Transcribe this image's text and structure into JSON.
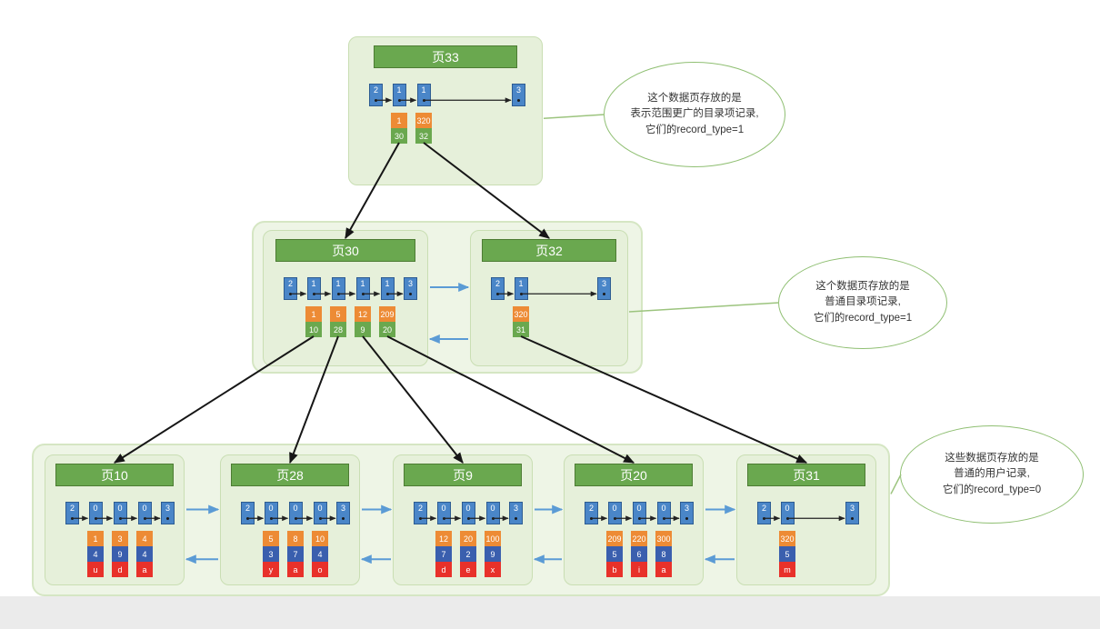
{
  "colors": {
    "page_bg": "#e6f0da",
    "group_bg": "#eef5e6",
    "header_bg": "#6aa84f",
    "rec_blue": "#4a86c8",
    "cell_orange": "#ed8b35",
    "cell_blue": "#3a5fae",
    "cell_red": "#e8312a",
    "cell_green": "#6aa84f",
    "arrow_black": "#161616",
    "arrow_blue": "#5b9bd5",
    "callout_border": "#8fbf72"
  },
  "pages": [
    {
      "id": "page-33",
      "title": "页33",
      "level": "root-directory",
      "infimum": "2",
      "supremum": "3",
      "records": [
        {
          "type": "1",
          "cells": [
            {
              "v": "1",
              "c": "orange"
            },
            {
              "v": "30",
              "c": "green",
              "ref": true
            }
          ]
        },
        {
          "type": "1",
          "cells": [
            {
              "v": "320",
              "c": "orange"
            },
            {
              "v": "32",
              "c": "green",
              "ref": true
            }
          ]
        }
      ]
    },
    {
      "id": "page-30",
      "title": "页30",
      "level": "directory",
      "infimum": "2",
      "supremum": "3",
      "records": [
        {
          "type": "1",
          "cells": [
            {
              "v": "1",
              "c": "orange"
            },
            {
              "v": "10",
              "c": "green",
              "ref": true
            }
          ]
        },
        {
          "type": "1",
          "cells": [
            {
              "v": "5",
              "c": "orange"
            },
            {
              "v": "28",
              "c": "green",
              "ref": true
            }
          ]
        },
        {
          "type": "1",
          "cells": [
            {
              "v": "12",
              "c": "orange"
            },
            {
              "v": "9",
              "c": "green",
              "ref": true
            }
          ]
        },
        {
          "type": "1",
          "cells": [
            {
              "v": "209",
              "c": "orange"
            },
            {
              "v": "20",
              "c": "green",
              "ref": true
            }
          ]
        }
      ]
    },
    {
      "id": "page-32",
      "title": "页32",
      "level": "directory",
      "infimum": "2",
      "supremum": "3",
      "records": [
        {
          "type": "1",
          "cells": [
            {
              "v": "320",
              "c": "orange"
            },
            {
              "v": "31",
              "c": "green",
              "ref": true
            }
          ]
        }
      ]
    },
    {
      "id": "page-10",
      "title": "页10",
      "level": "user",
      "infimum": "2",
      "supremum": "3",
      "records": [
        {
          "type": "0",
          "cells": [
            {
              "v": "1",
              "c": "orange"
            },
            {
              "v": "4",
              "c": "blue"
            },
            {
              "v": "u",
              "c": "red"
            }
          ]
        },
        {
          "type": "0",
          "cells": [
            {
              "v": "3",
              "c": "orange"
            },
            {
              "v": "9",
              "c": "blue"
            },
            {
              "v": "d",
              "c": "red"
            }
          ]
        },
        {
          "type": "0",
          "cells": [
            {
              "v": "4",
              "c": "orange"
            },
            {
              "v": "4",
              "c": "blue"
            },
            {
              "v": "a",
              "c": "red"
            }
          ]
        }
      ]
    },
    {
      "id": "page-28",
      "title": "页28",
      "level": "user",
      "infimum": "2",
      "supremum": "3",
      "records": [
        {
          "type": "0",
          "cells": [
            {
              "v": "5",
              "c": "orange"
            },
            {
              "v": "3",
              "c": "blue"
            },
            {
              "v": "y",
              "c": "red"
            }
          ]
        },
        {
          "type": "0",
          "cells": [
            {
              "v": "8",
              "c": "orange"
            },
            {
              "v": "7",
              "c": "blue"
            },
            {
              "v": "a",
              "c": "red"
            }
          ]
        },
        {
          "type": "0",
          "cells": [
            {
              "v": "10",
              "c": "orange"
            },
            {
              "v": "4",
              "c": "blue"
            },
            {
              "v": "o",
              "c": "red"
            }
          ]
        }
      ]
    },
    {
      "id": "page-9",
      "title": "页9",
      "level": "user",
      "infimum": "2",
      "supremum": "3",
      "records": [
        {
          "type": "0",
          "cells": [
            {
              "v": "12",
              "c": "orange"
            },
            {
              "v": "7",
              "c": "blue"
            },
            {
              "v": "d",
              "c": "red"
            }
          ]
        },
        {
          "type": "0",
          "cells": [
            {
              "v": "20",
              "c": "orange"
            },
            {
              "v": "2",
              "c": "blue"
            },
            {
              "v": "e",
              "c": "red"
            }
          ]
        },
        {
          "type": "0",
          "cells": [
            {
              "v": "100",
              "c": "orange"
            },
            {
              "v": "9",
              "c": "blue"
            },
            {
              "v": "x",
              "c": "red"
            }
          ]
        }
      ]
    },
    {
      "id": "page-20",
      "title": "页20",
      "level": "user",
      "infimum": "2",
      "supremum": "3",
      "records": [
        {
          "type": "0",
          "cells": [
            {
              "v": "209",
              "c": "orange"
            },
            {
              "v": "5",
              "c": "blue"
            },
            {
              "v": "b",
              "c": "red"
            }
          ]
        },
        {
          "type": "0",
          "cells": [
            {
              "v": "220",
              "c": "orange"
            },
            {
              "v": "6",
              "c": "blue"
            },
            {
              "v": "i",
              "c": "red"
            }
          ]
        },
        {
          "type": "0",
          "cells": [
            {
              "v": "300",
              "c": "orange"
            },
            {
              "v": "8",
              "c": "blue"
            },
            {
              "v": "a",
              "c": "red"
            }
          ]
        }
      ]
    },
    {
      "id": "page-31",
      "title": "页31",
      "level": "user",
      "infimum": "2",
      "supremum": "3",
      "records": [
        {
          "type": "0",
          "cells": [
            {
              "v": "320",
              "c": "orange"
            },
            {
              "v": "5",
              "c": "blue"
            },
            {
              "v": "m",
              "c": "red"
            }
          ]
        }
      ]
    }
  ],
  "callouts": [
    {
      "id": "callout-1",
      "target": "page-33",
      "lines": [
        "这个数据页存放的是",
        "表示范围更广的目录项记录,",
        "它们的record_type=1"
      ]
    },
    {
      "id": "callout-2",
      "target": "page-32",
      "lines": [
        "这个数据页存放的是",
        "普通目录项记录,",
        "它们的record_type=1"
      ]
    },
    {
      "id": "callout-3",
      "target": "group-bottom",
      "lines": [
        "这些数据页存放的是",
        "普通的用户记录,",
        "它们的record_type=0"
      ]
    }
  ],
  "edges": [
    {
      "from": "page-33-rec-0-ref",
      "to": "page-30-header",
      "type": "tree"
    },
    {
      "from": "page-33-rec-1-ref",
      "to": "page-32-header",
      "type": "tree"
    },
    {
      "from": "page-30-rec-0-ref",
      "to": "page-10-header",
      "type": "tree"
    },
    {
      "from": "page-30-rec-1-ref",
      "to": "page-28-header",
      "type": "tree"
    },
    {
      "from": "page-30-rec-2-ref",
      "to": "page-9-header",
      "type": "tree"
    },
    {
      "from": "page-30-rec-3-ref",
      "to": "page-20-header",
      "type": "tree"
    },
    {
      "from": "page-32-rec-0-ref",
      "to": "page-31-header",
      "type": "tree"
    },
    {
      "from": "page-30",
      "to": "page-32",
      "type": "next"
    },
    {
      "from": "page-32",
      "to": "page-30",
      "type": "prev"
    },
    {
      "from": "page-10",
      "to": "page-28",
      "type": "next"
    },
    {
      "from": "page-28",
      "to": "page-10",
      "type": "prev"
    },
    {
      "from": "page-28",
      "to": "page-9",
      "type": "next"
    },
    {
      "from": "page-9",
      "to": "page-28",
      "type": "prev"
    },
    {
      "from": "page-9",
      "to": "page-20",
      "type": "next"
    },
    {
      "from": "page-20",
      "to": "page-9",
      "type": "prev"
    },
    {
      "from": "page-20",
      "to": "page-31",
      "type": "next"
    },
    {
      "from": "page-31",
      "to": "page-20",
      "type": "prev"
    },
    {
      "from": "callout-1",
      "to": "page-33",
      "type": "leader",
      "frac": 0.55
    },
    {
      "from": "callout-2",
      "to": "page-32",
      "type": "leader",
      "frac": 0.6
    },
    {
      "from": "callout-3",
      "to": "group-bottom",
      "type": "leader",
      "frac": 0.33
    }
  ]
}
